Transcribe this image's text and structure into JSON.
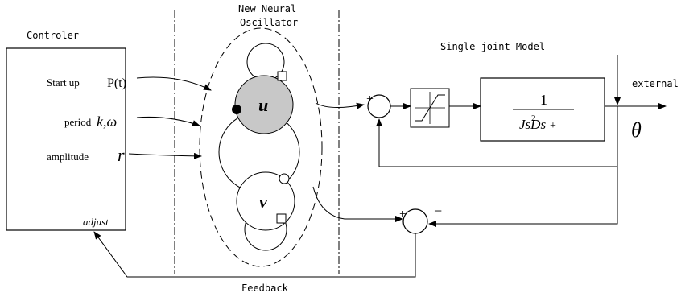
{
  "labels": {
    "controller": "Controler",
    "start_up": "Start up",
    "period": "period",
    "amplitude": "amplitude",
    "adjust": "adjust",
    "oscillator_line1": "New Neural",
    "oscillator_line2": "Oscillator",
    "single_joint": "Single-joint Model",
    "external": "external",
    "feedback": "Feedback",
    "plus": "+",
    "minus": "−"
  },
  "symbols": {
    "p_t": "P(t)",
    "k_omega": "k,ω",
    "r": "r",
    "u": "u",
    "v": "v",
    "theta": "θ",
    "tf_numerator": "1",
    "tf_denominator": "JsDs",
    "tf_superscript": "2",
    "tf_overlay": "+"
  },
  "colors": {
    "line": "#000000",
    "u_fill": "#c8c8c8",
    "background": "#ffffff"
  }
}
